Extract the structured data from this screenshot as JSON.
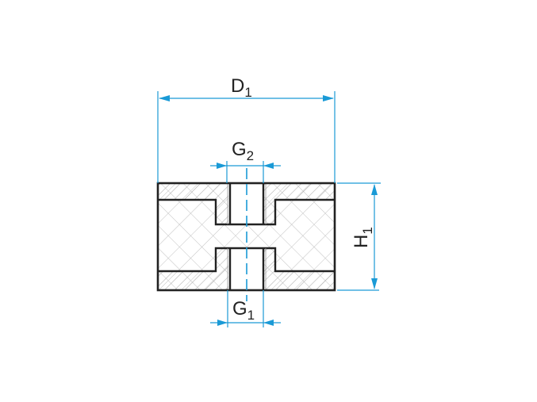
{
  "diagram": {
    "title": "Rubber anti-vibration mount cross-section (female-female)",
    "colors": {
      "dimension": "#1a9ad6",
      "outline": "#222222",
      "hatch": "#b0b0b0"
    },
    "dimensions": {
      "D1": {
        "letter": "D",
        "sub": "1",
        "meaning": "outer diameter"
      },
      "G2": {
        "letter": "G",
        "sub": "2",
        "meaning": "top thread size"
      },
      "G1": {
        "letter": "G",
        "sub": "1",
        "meaning": "bottom thread size"
      },
      "H1": {
        "letter": "H",
        "sub": "1",
        "meaning": "height"
      }
    }
  }
}
